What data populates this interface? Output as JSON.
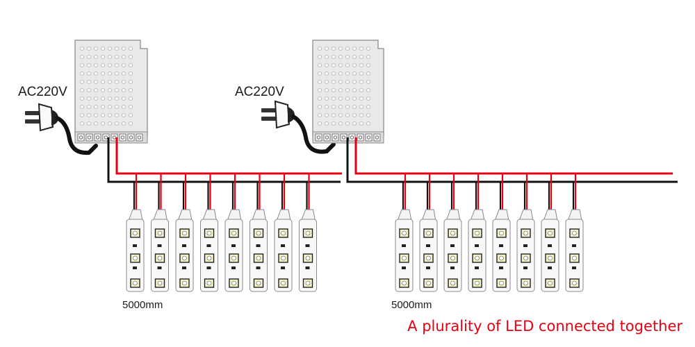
{
  "colors": {
    "positive_wire": "#e60012",
    "negative_wire": "#111111",
    "caption": "#e60012",
    "psu_body": "#e9e9e9",
    "led_chip": "#f5f1c8"
  },
  "icons": [
    "power-plug-icon",
    "power-supply-icon",
    "led-strip-icon"
  ],
  "units": [
    {
      "input_label": "AC220V",
      "strip_label": "5000mm",
      "strip_count": 8
    },
    {
      "input_label": "AC220V",
      "strip_label": "5000mm",
      "strip_count": 8
    }
  ],
  "caption": "A plurality of LED connected together"
}
